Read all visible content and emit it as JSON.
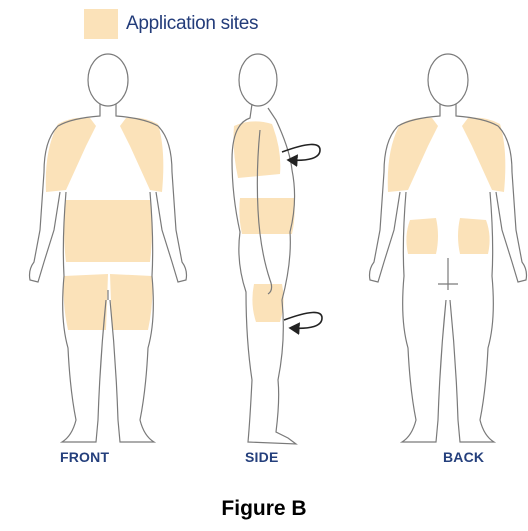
{
  "legend": {
    "label": "Application sites",
    "swatch_color": "#fbe2b9"
  },
  "views": {
    "front": "FRONT",
    "side": "SIDE",
    "back": "BACK"
  },
  "caption": "Figure B",
  "colors": {
    "outline": "#7a7a7a",
    "site_fill": "#fbe2b9",
    "label_color": "#243f7c"
  }
}
